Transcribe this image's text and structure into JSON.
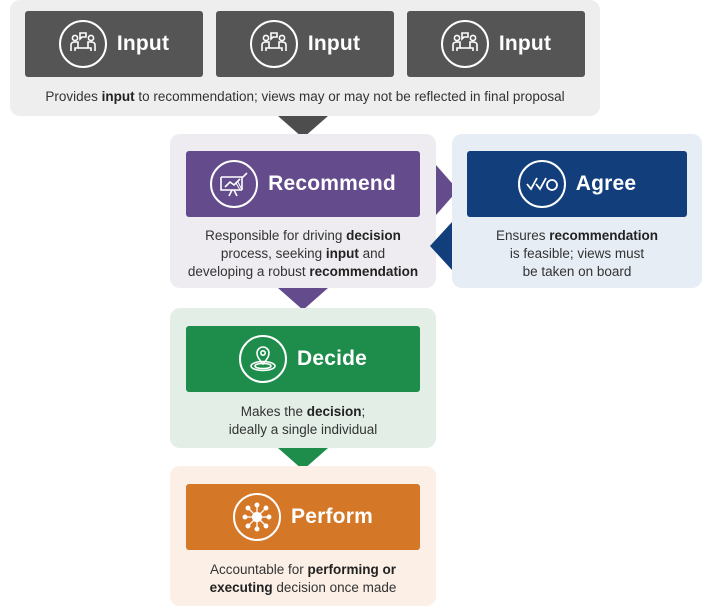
{
  "input_row": {
    "cards": [
      {
        "label": "Input",
        "icon": "discussion-icon"
      },
      {
        "label": "Input",
        "icon": "discussion-icon"
      },
      {
        "label": "Input",
        "icon": "discussion-icon"
      }
    ],
    "desc_pre": "Provides ",
    "desc_bold": "input",
    "desc_post": " to recommendation; views may or may not be reflected in final proposal",
    "color": "#555555",
    "panel_color": "#eeeeee"
  },
  "recommend": {
    "label": "Recommend",
    "icon": "whiteboard-chart-icon",
    "color": "#634b8c",
    "panel_color": "#eeecf0",
    "desc": [
      "Responsible for driving ",
      "decision",
      " process, seeking ",
      "input",
      " and developing a robust ",
      "recommendation"
    ]
  },
  "agree": {
    "label": "Agree",
    "icon": "checkmarks-icon",
    "color": "#123f7c",
    "panel_color": "#e6edf5",
    "desc": [
      "Ensures ",
      "recommendation",
      " is feasible; views must be taken on board"
    ]
  },
  "decide": {
    "label": "Decide",
    "icon": "location-pin-icon",
    "color": "#1e8d4c",
    "panel_color": "#e2eee6",
    "desc": [
      "Makes the ",
      "decision",
      "; ideally a single individual"
    ]
  },
  "perform": {
    "label": "Perform",
    "icon": "network-hub-icon",
    "color": "#d47827",
    "panel_color": "#fbefe6",
    "desc": [
      "Accountable for ",
      "performing or executing",
      " decision once made"
    ]
  }
}
